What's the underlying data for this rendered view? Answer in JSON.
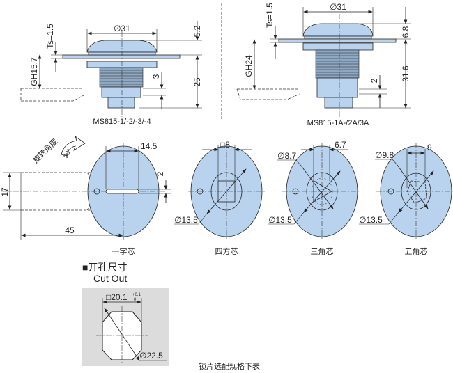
{
  "top_left": {
    "model": "MS815-1/-2/-3/-4",
    "dia": "∅31",
    "ts": "Ts=1.5",
    "gh": "GH15.7",
    "d1": "5.2",
    "d2": "25",
    "d3": "3"
  },
  "top_right": {
    "model": "MS815-1A-/2A/3A",
    "dia": "∅31",
    "ts": "Ts=1.5",
    "gh": "GH24",
    "d1": "6.8",
    "d2": "31.6",
    "d3": "2"
  },
  "rotation": {
    "label": "旋转角度",
    "angle": "90°"
  },
  "cores": [
    {
      "name": "一字芯",
      "w": "14.5",
      "slot": "2",
      "h": "17",
      "len": "45"
    },
    {
      "name": "四方芯",
      "square": "□8",
      "dia": "∅13.5"
    },
    {
      "name": "三角芯",
      "inner": "∅8.7",
      "w": "6.7",
      "dia": "∅13.5"
    },
    {
      "name": "五角芯",
      "inner": "∅9.8",
      "w": "9",
      "dia": "∅13.5"
    }
  ],
  "cutout": {
    "title": "■开孔尺寸",
    "subtitle": "Cut Out",
    "square": "□20.1",
    "tol_upper": "+0.1",
    "tol_lower": "0",
    "dia": "∅22.5"
  },
  "footer": "锁片选配规格下表"
}
